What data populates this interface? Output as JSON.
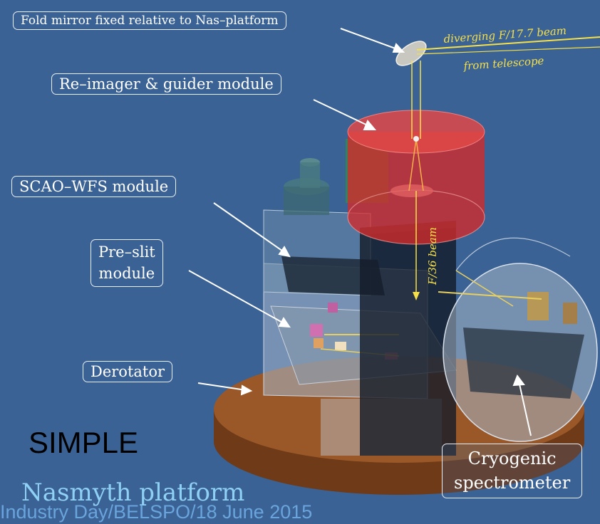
{
  "labels": {
    "fold_mirror": "Fold mirror fixed relative to Nas–platform",
    "reimager": "Re–imager & guider module",
    "scao_wfs": "SCAO–WFS module",
    "preslit_line1": "Pre–slit",
    "preslit_line2": "module",
    "derotator": "Derotator",
    "cryogenic_line1": "Cryogenic",
    "cryogenic_line2": "spectrometer"
  },
  "beam_notes": {
    "line1": "diverging F/17.7 beam",
    "line2": "from telescope",
    "f36": "F/36 beam"
  },
  "overlay_title": "SIMPLE",
  "platform_label": "Nasmyth platform",
  "footer": "Industry Day/BELSPO/18 June 2015",
  "colors": {
    "background": "#3b6294",
    "beam": "#f5e04a",
    "reimager": "#d42a2a",
    "derotator": "#8a4a1f",
    "label_border": "#e8eef8"
  }
}
